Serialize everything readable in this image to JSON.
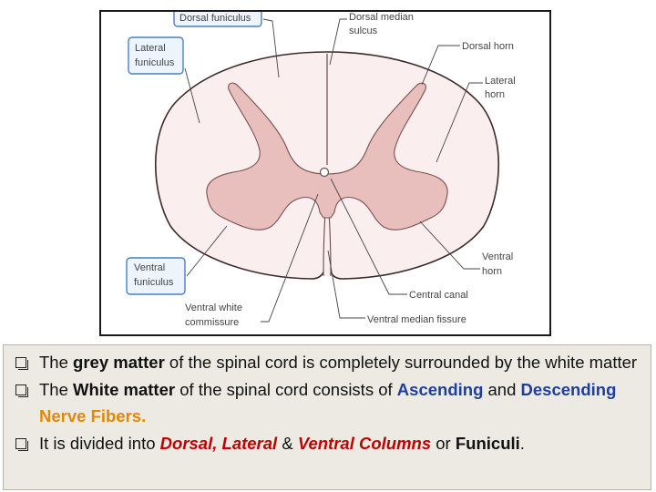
{
  "diagram": {
    "labels": {
      "dorsal_funiculus": "Dorsal funiculus",
      "dorsal_median_sulcus_1": "Dorsal median",
      "dorsal_median_sulcus_2": "sulcus",
      "lateral_funiculus_1": "Lateral",
      "lateral_funiculus_2": "funiculus",
      "dorsal_horn": "Dorsal horn",
      "lateral_horn_1": "Lateral",
      "lateral_horn_2": "horn",
      "ventral_funiculus_1": "Ventral",
      "ventral_funiculus_2": "funiculus",
      "ventral_horn_1": "Ventral",
      "ventral_horn_2": "horn",
      "central_canal": "Central canal",
      "ventral_white_commissure_1": "Ventral white",
      "ventral_white_commissure_2": "commissure",
      "ventral_median_fissure": "Ventral median fissure"
    },
    "colors": {
      "white_matter": "#fbeeee",
      "grey_matter": "#e9bfbd",
      "outline": "#3a2a2a",
      "label_box_border": "#4a7fbf",
      "label_box_fill": "#eef4fb"
    }
  },
  "notes": {
    "b1_pre": "The ",
    "b1_grey": "grey matter",
    "b1_post": " of the spinal cord is completely surrounded by the white matter",
    "b2_pre": "The ",
    "b2_white": "White matter",
    "b2_mid": " of the spinal cord consists of ",
    "b2_ascending": "Ascending",
    "b2_and": " and ",
    "b2_descending": "Descending",
    "b2_space": " ",
    "b2_nerve": "Nerve Fibers.",
    "b3_pre": "It is divided into ",
    "b3_dl": "Dorsal, Lateral",
    "b3_amp": " & ",
    "b3_vc": "Ventral Columns",
    "b3_or": " or ",
    "b3_fun": "Funiculi",
    "b3_end": "."
  }
}
